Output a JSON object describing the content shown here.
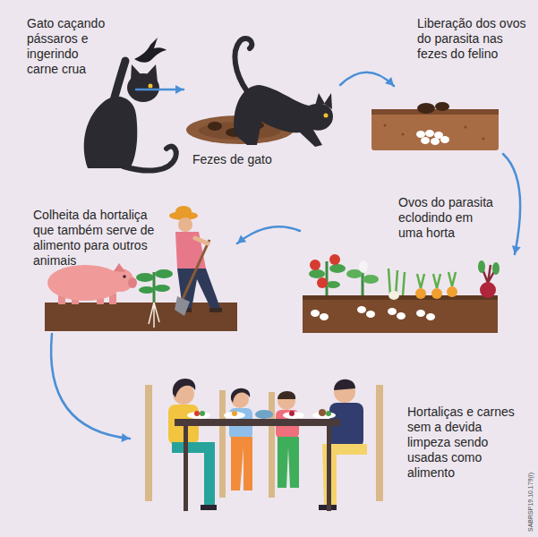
{
  "diagram": {
    "nodes": [
      {
        "text": [
          "Gato caçando pássaros e ingerindo carne crua"
        ]
      },
      {
        "text": [
          "Fezes de gato"
        ]
      },
      {
        "text": [
          "Liberação dos ovos do parasita nas fezes do felino"
        ]
      },
      {
        "text": [
          "Ovos do parasita eclodindo em uma horta"
        ]
      },
      {
        "text": [
          "Colheita da hortaliça que também serve de alimento para outros animais"
        ]
      },
      {
        "text": [
          "Hortaliças e carnes sem a devida limpeza sendo usadas como alimento"
        ]
      }
    ],
    "edges": [
      {
        "from": 0,
        "to": 1,
        "arrow": "to"
      },
      {
        "from": 1,
        "to": 2,
        "arrow": "to"
      },
      {
        "from": 2,
        "to": 3,
        "arrow": "to"
      },
      {
        "from": 3,
        "to": 4,
        "arrow": "to"
      },
      {
        "from": 4,
        "to": 5,
        "arrow": "to"
      }
    ],
    "labels": [
      "SABRSP19.10.179(I)"
    ]
  }
}
